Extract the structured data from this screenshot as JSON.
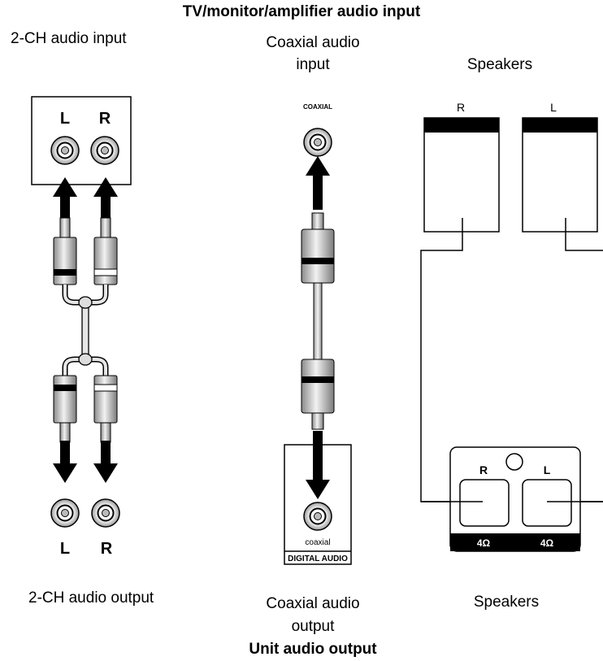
{
  "title_top": "TV/monitor/amplifier audio input",
  "title_bottom": "Unit audio output",
  "sections": {
    "twoch": {
      "input_label": "2-CH audio input",
      "output_label": "2-CH audio output",
      "jack_left": "L",
      "jack_right": "R"
    },
    "coaxial": {
      "input_label_line1": "Coaxial audio",
      "input_label_line2": "input",
      "output_label_line1": "Coaxial audio",
      "output_label_line2": "output",
      "jack_top_label": "COAXIAL",
      "jack_bottom_label": "coaxial",
      "panel_label": "DIGITAL AUDIO"
    },
    "speakers": {
      "top_label": "Speakers",
      "bottom_label": "Speakers",
      "speaker_right": "R",
      "speaker_left": "L",
      "term_right": "R",
      "term_left": "L",
      "impedance_right": "4Ω",
      "impedance_left": "4Ω"
    }
  }
}
